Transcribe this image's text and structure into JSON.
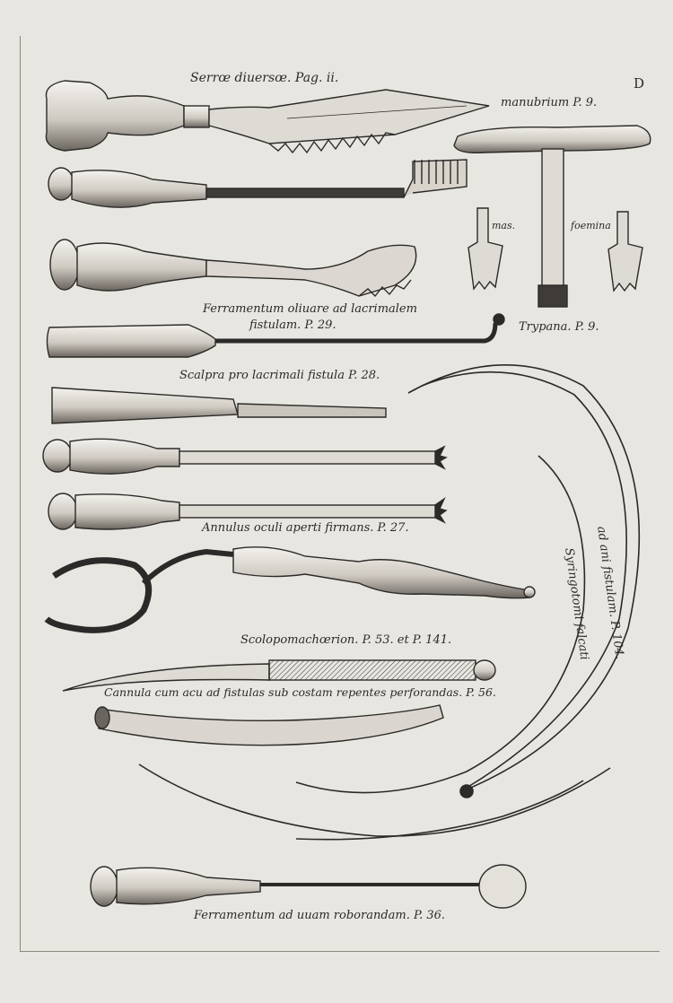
{
  "plate": {
    "letter": "D",
    "captions": {
      "serrae": "Serrœ diuersœ. Pag. ii.",
      "manubrium": "manubrium P. 9.",
      "mas": "mas.",
      "foemina": "foemina",
      "ferramentum_oliuare_1": "Ferramentum oliuare ad lacrimalem",
      "ferramentum_oliuare_2": "fistulam. P. 29.",
      "trypana": "Trypana. P. 9.",
      "scalpra": "Scalpra pro lacrimali fistula P. 28.",
      "annulus": "Annulus oculi aperti firmans. P. 27.",
      "syringotomi_1": "Syringotomi falcati",
      "syringotomi_2": "ad ani fistulam. P. 104.",
      "scolopomachaerion": "Scolopomachœrion. P. 53. et P. 141.",
      "cannula": "Cannula cum acu ad fistulas sub costam repentes perforandas. P. 56.",
      "ferramentum_uuam": "Ferramentum ad uuam roborandam. P. 36."
    }
  }
}
